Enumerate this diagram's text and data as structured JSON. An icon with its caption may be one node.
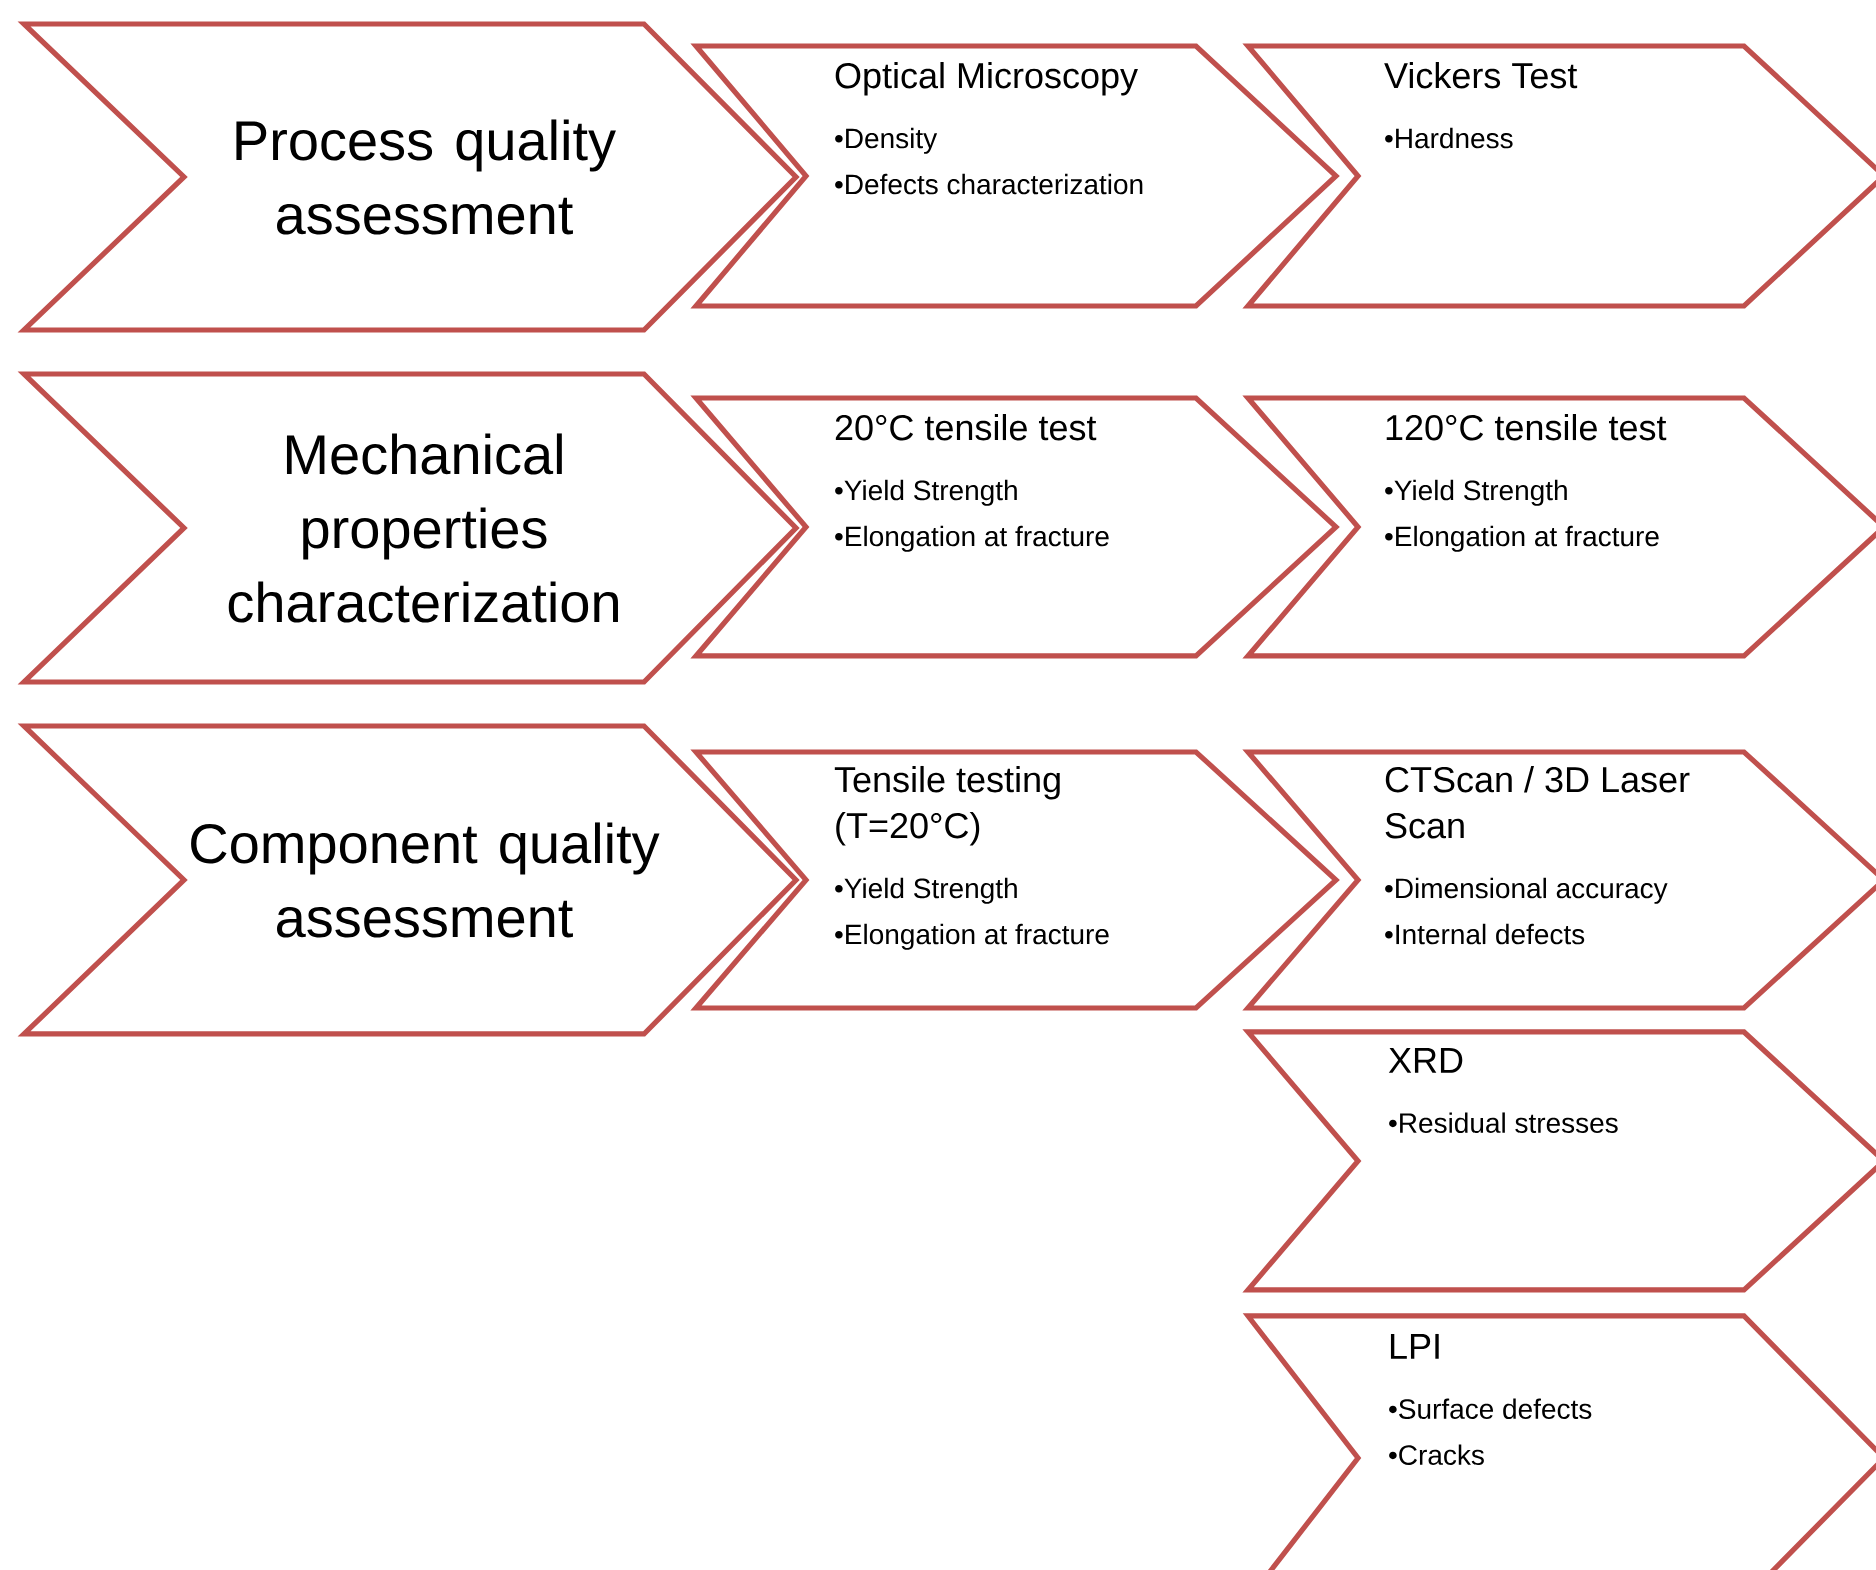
{
  "diagram": {
    "nodes": [
      {
        "text": [
          "Process quality assessment"
        ]
      },
      {
        "text": [
          "Optical Microscopy",
          "•Density",
          "•Defects characterization"
        ]
      },
      {
        "text": [
          "Vickers Test",
          "•Hardness"
        ]
      },
      {
        "text": [
          "Mechanical properties characterization"
        ]
      },
      {
        "text": [
          "20°C tensile test",
          "•Yield Strength",
          "•Elongation at fracture"
        ]
      },
      {
        "text": [
          "120°C tensile test",
          "•Yield Strength",
          "•Elongation at fracture"
        ]
      },
      {
        "text": [
          "Component quality assessment"
        ]
      },
      {
        "text": [
          "Tensile testing (T=20°C)",
          "•Yield Strength",
          "•Elongation at fracture"
        ]
      },
      {
        "text": [
          "CTScan / 3D Laser Scan",
          "•Dimensional accuracy",
          "•Internal defects"
        ]
      },
      {
        "text": [
          "XRD",
          "•Residual stresses"
        ]
      },
      {
        "text": [
          "LPI",
          "•Surface defects",
          "•Cracks"
        ]
      }
    ]
  }
}
